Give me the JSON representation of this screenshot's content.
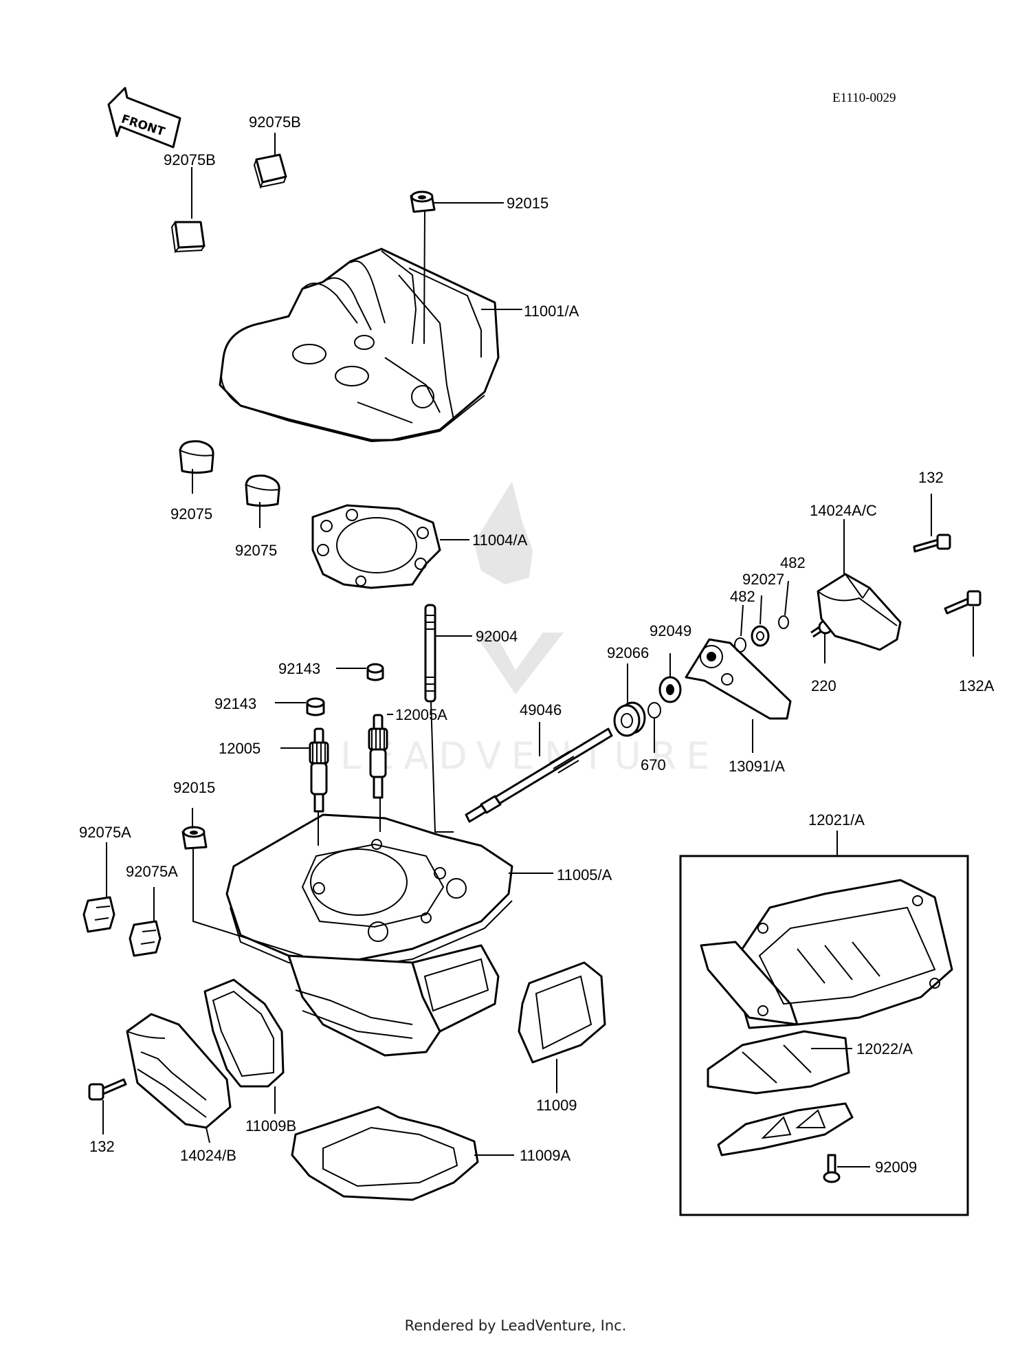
{
  "diagram_code": "E1110-0029",
  "front_label": "FRONT",
  "watermark_text": "LEADVENTURE",
  "footer": "Rendered by LeadVenture, Inc.",
  "labels": {
    "p92075B_top": "92075B",
    "p92075B_left": "92075B",
    "p92015_top": "92015",
    "p11001A": "11001/A",
    "p92075_a": "92075",
    "p92075_b": "92075",
    "p11004A": "11004/A",
    "p132_top": "132",
    "p14024AC": "14024A/C",
    "p482_top": "482",
    "p92027": "92027",
    "p482_mid": "482",
    "p92049": "92049",
    "p92066": "92066",
    "p132A": "132A",
    "p220": "220",
    "p92004": "92004",
    "p92143_a": "92143",
    "p92143_b": "92143",
    "p12005A": "12005A",
    "p49046": "49046",
    "p12005": "12005",
    "p670": "670",
    "p13091A": "13091/A",
    "p92015_mid": "92015",
    "p92075A_a": "92075A",
    "p92075A_b": "92075A",
    "p12021A": "12021/A",
    "p11005A": "11005/A",
    "p12022A": "12022/A",
    "p11009": "11009",
    "p11009B": "11009B",
    "p132_bottom": "132",
    "p14024B": "14024/B",
    "p11009A": "11009A",
    "p92009": "92009"
  }
}
